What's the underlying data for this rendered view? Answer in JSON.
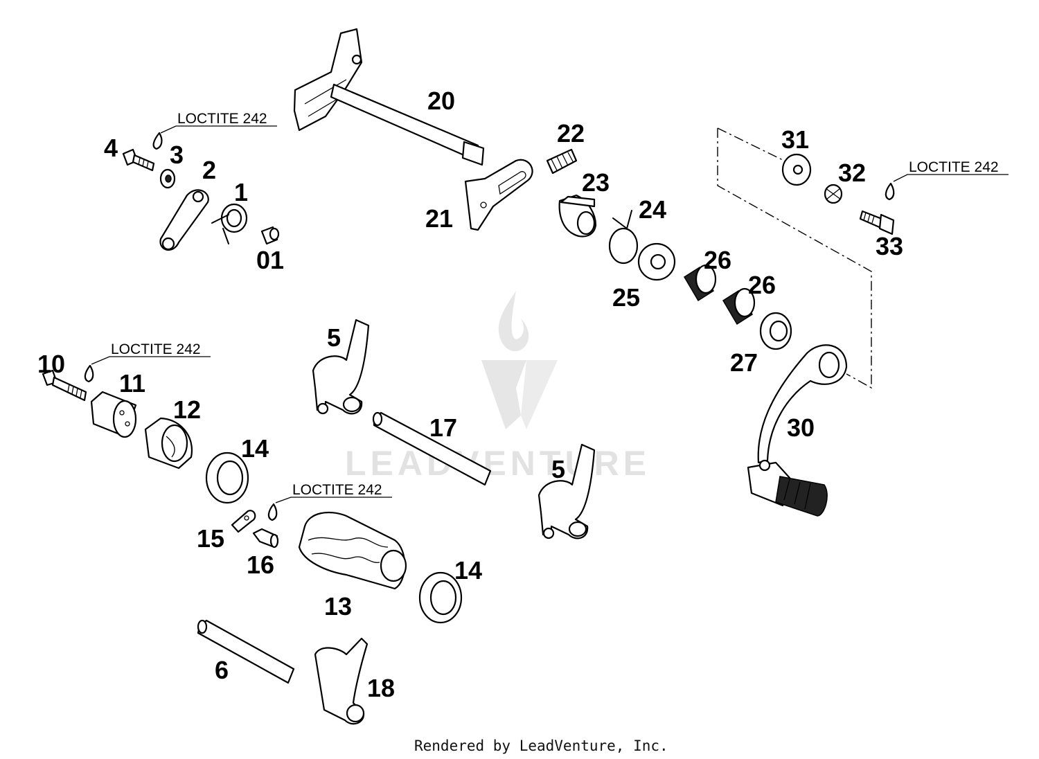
{
  "footer": {
    "text": "Rendered by LeadVenture, Inc."
  },
  "watermark": {
    "text": "LEADVENTURE"
  },
  "notes": [
    {
      "id": "loctite-1",
      "text": "LOCTITE 242"
    },
    {
      "id": "loctite-2",
      "text": "LOCTITE 242"
    },
    {
      "id": "loctite-3",
      "text": "LOCTITE 242"
    },
    {
      "id": "loctite-4",
      "text": "LOCTITE 242"
    }
  ],
  "callouts": {
    "c1": "1",
    "c01": "01",
    "c2": "2",
    "c3": "3",
    "c4": "4",
    "c5a": "5",
    "c5b": "5",
    "c6": "6",
    "c10": "10",
    "c11": "11",
    "c12": "12",
    "c13": "13",
    "c14a": "14",
    "c14b": "14",
    "c15": "15",
    "c16": "16",
    "c17": "17",
    "c18": "18",
    "c20": "20",
    "c21": "21",
    "c22": "22",
    "c23": "23",
    "c24": "24",
    "c25": "25",
    "c26a": "26",
    "c26b": "26",
    "c27": "27",
    "c30": "30",
    "c31": "31",
    "c32": "32",
    "c33": "33"
  },
  "colors": {
    "line": "#000000",
    "background": "#ffffff",
    "watermark": "#e2e2e2"
  }
}
